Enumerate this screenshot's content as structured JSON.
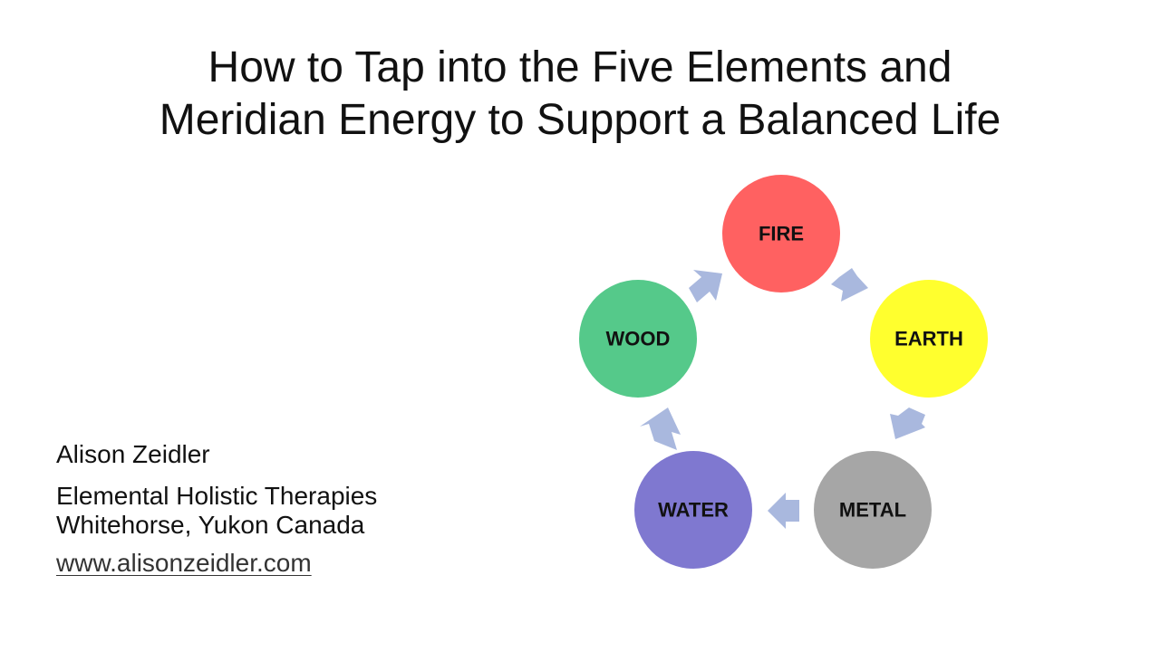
{
  "slide": {
    "title_line1": "How to Tap into the Five Elements and",
    "title_line2": "Meridian Energy to Support a Balanced Life"
  },
  "presenter": {
    "name": "Alison Zeidler",
    "organization": "Elemental Holistic Therapies",
    "location": "Whitehorse, Yukon  Canada",
    "website": "www.alisonzeidler.com"
  },
  "cycle": {
    "nodes": [
      {
        "label": "FIRE",
        "color": "#ff6161"
      },
      {
        "label": "EARTH",
        "color": "#ffff2e"
      },
      {
        "label": "METAL",
        "color": "#a6a6a6"
      },
      {
        "label": "WATER",
        "color": "#7f78d0"
      },
      {
        "label": "WOOD",
        "color": "#55c98a"
      }
    ],
    "arrow_color": "#a9b8de"
  }
}
